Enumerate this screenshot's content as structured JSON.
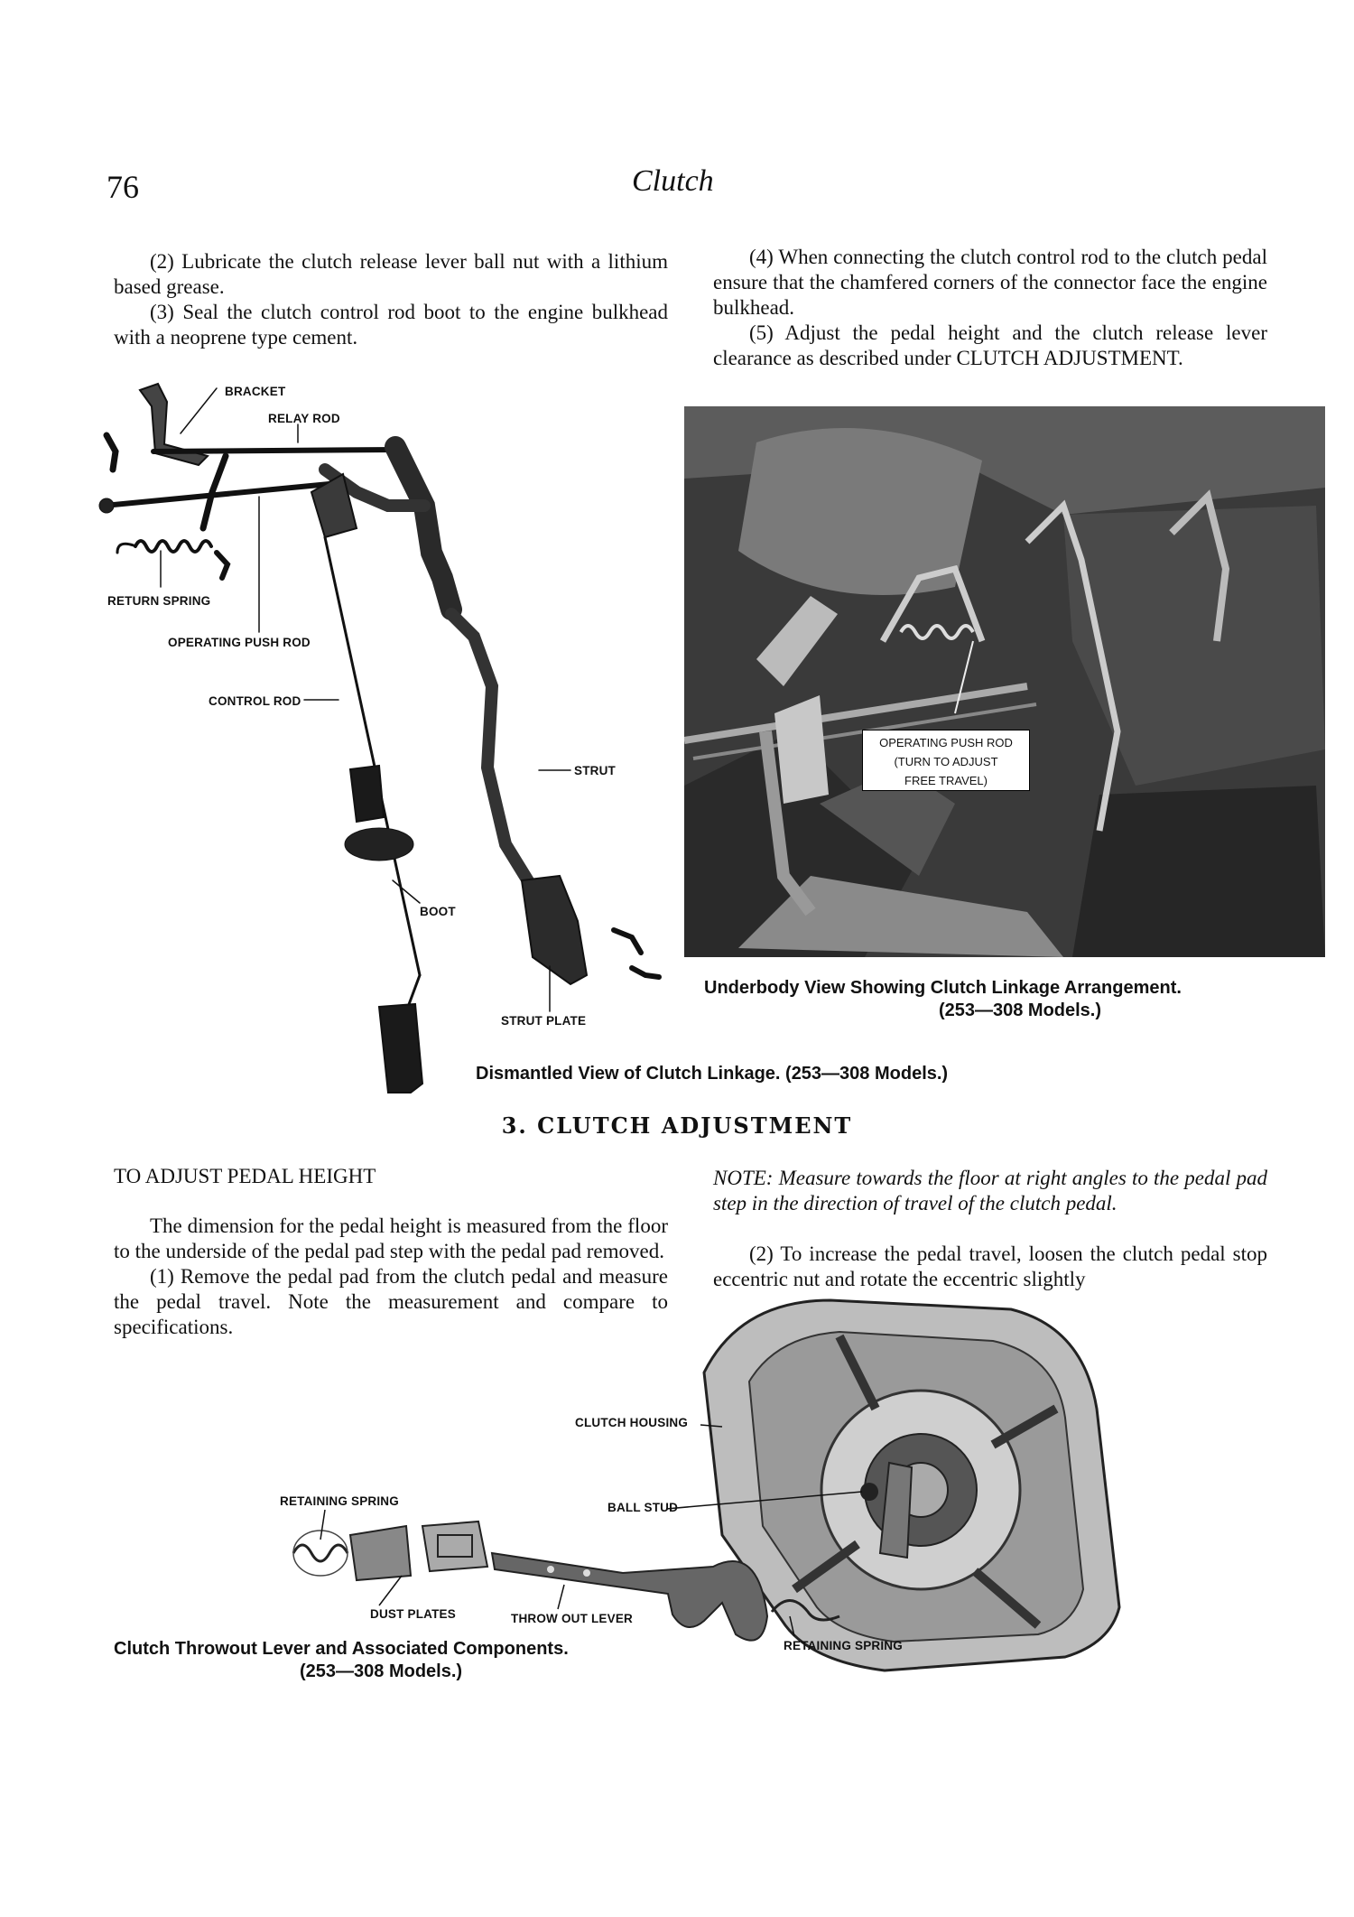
{
  "page": {
    "number": "76",
    "running_head": "Clutch"
  },
  "left_top": {
    "p1": "(2) Lubricate the clutch release lever ball nut with a lithium based grease.",
    "p2": "(3) Seal the clutch control rod boot to the engine bulkhead with a neoprene type cement."
  },
  "right_top": {
    "p1": "(4) When connecting the clutch control rod to the clutch pedal ensure that the chamfered corners of the connector face the engine bulkhead.",
    "p2": "(5) Adjust the pedal height and the clutch release lever clearance as described under CLUTCH ADJUSTMENT."
  },
  "fig1": {
    "labels": {
      "bracket": "BRACKET",
      "relay_rod": "RELAY ROD",
      "return_spring": "RETURN SPRING",
      "operating_push_rod": "OPERATING PUSH ROD",
      "control_rod": "CONTROL ROD",
      "strut": "STRUT",
      "boot": "BOOT",
      "strut_plate": "STRUT PLATE"
    },
    "caption": "Dismantled View of Clutch Linkage. (253—308 Models.)"
  },
  "fig2": {
    "callout_line1": "OPERATING PUSH ROD",
    "callout_line2": "(TURN TO ADJUST",
    "callout_line3": "FREE TRAVEL)",
    "caption_line1": "Underbody View Showing Clutch Linkage Arrangement.",
    "caption_line2": "(253—308 Models.)"
  },
  "section": {
    "heading": "3. CLUTCH ADJUSTMENT"
  },
  "left_bottom": {
    "subheading": "TO ADJUST PEDAL HEIGHT",
    "p1": "The dimension for the pedal height is measured from the floor to the underside of the pedal pad step with the pedal pad removed.",
    "p2": "(1) Remove the pedal pad from the clutch pedal and measure the pedal travel. Note the measurement and compare to specifications."
  },
  "right_bottom": {
    "note": "NOTE: Measure towards the floor at right angles to the pedal pad step in the direction of travel of the clutch pedal.",
    "p1": "(2) To increase the pedal travel, loosen the clutch pedal stop eccentric nut and rotate the eccentric slightly"
  },
  "fig3": {
    "labels": {
      "clutch_housing": "CLUTCH HOUSING",
      "retaining_spring_left": "RETAINING SPRING",
      "ball_stud": "BALL STUD",
      "dust_plates": "DUST PLATES",
      "throw_out_lever": "THROW OUT LEVER",
      "retaining_spring_right": "RETAINING SPRING"
    },
    "caption_line1": "Clutch Throwout Lever and Associated Components.",
    "caption_line2": "(253—308 Models.)"
  }
}
